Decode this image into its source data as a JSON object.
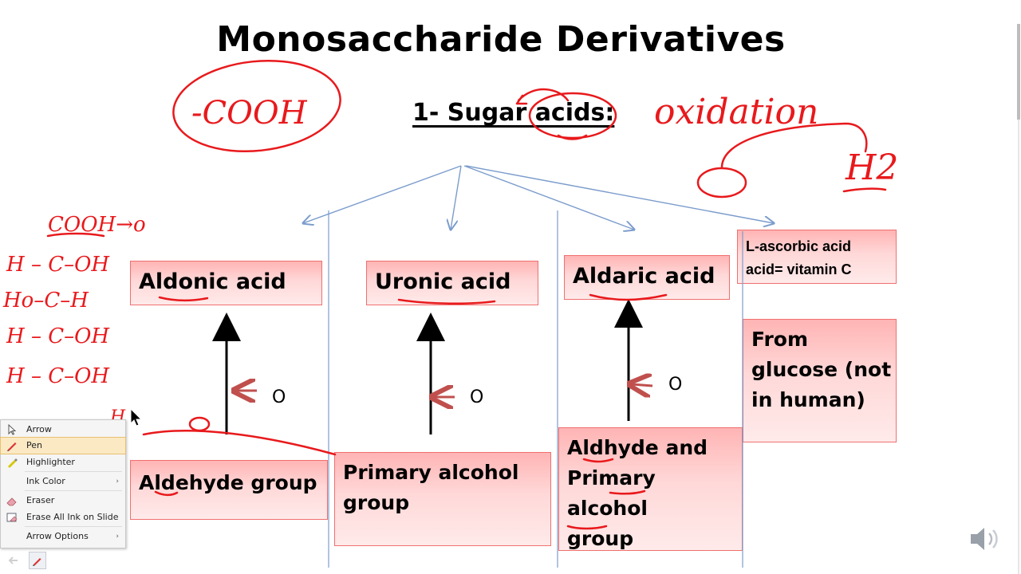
{
  "slide": {
    "title": "Monosaccharide Derivatives",
    "subtitle": "1- Sugar acids:",
    "top_boxes": [
      {
        "label": "Aldonic acid"
      },
      {
        "label": "Uronic acid"
      },
      {
        "label": "Aldaric acid"
      }
    ],
    "side_box": {
      "line1": "L-ascorbic acid",
      "line2": "acid= vitamin C"
    },
    "side_note": {
      "line1": "From",
      "line2": "glucose (not",
      "line3": "in human)"
    },
    "bottom_boxes": [
      {
        "line1": "Aldehyde group"
      },
      {
        "line1": "Primary alcohol",
        "line2": "group"
      },
      {
        "line1": "Aldhyde and",
        "line2": "Primary alcohol",
        "line3": "group"
      }
    ],
    "oxidant_label": "O"
  },
  "ink": {
    "color": "#e8191c",
    "annotations": [
      "-COOH",
      "oxidation",
      "O",
      "H2",
      "COOH",
      "H",
      "C-OH",
      "Ho-C-H",
      "C-OH",
      "C-OH"
    ]
  },
  "context_menu": {
    "items": [
      {
        "label": "Arrow",
        "icon": "pointer-icon"
      },
      {
        "label": "Pen",
        "icon": "pen-icon"
      },
      {
        "label": "Highlighter",
        "icon": "highlighter-icon"
      },
      {
        "label": "Ink Color",
        "icon": "",
        "submenu": "›"
      },
      {
        "label": "Eraser",
        "icon": "eraser-icon"
      },
      {
        "label": "Erase All Ink on Slide",
        "icon": "erase-all-icon"
      },
      {
        "label": "Arrow Options",
        "icon": "",
        "submenu": "›"
      }
    ]
  },
  "colors": {
    "box_fill": "#ffd8d8",
    "box_border": "#f07070",
    "connector_blue": "#7b9ccc",
    "ink_red": "#e8191c",
    "small_arrow": "#c0504d"
  }
}
